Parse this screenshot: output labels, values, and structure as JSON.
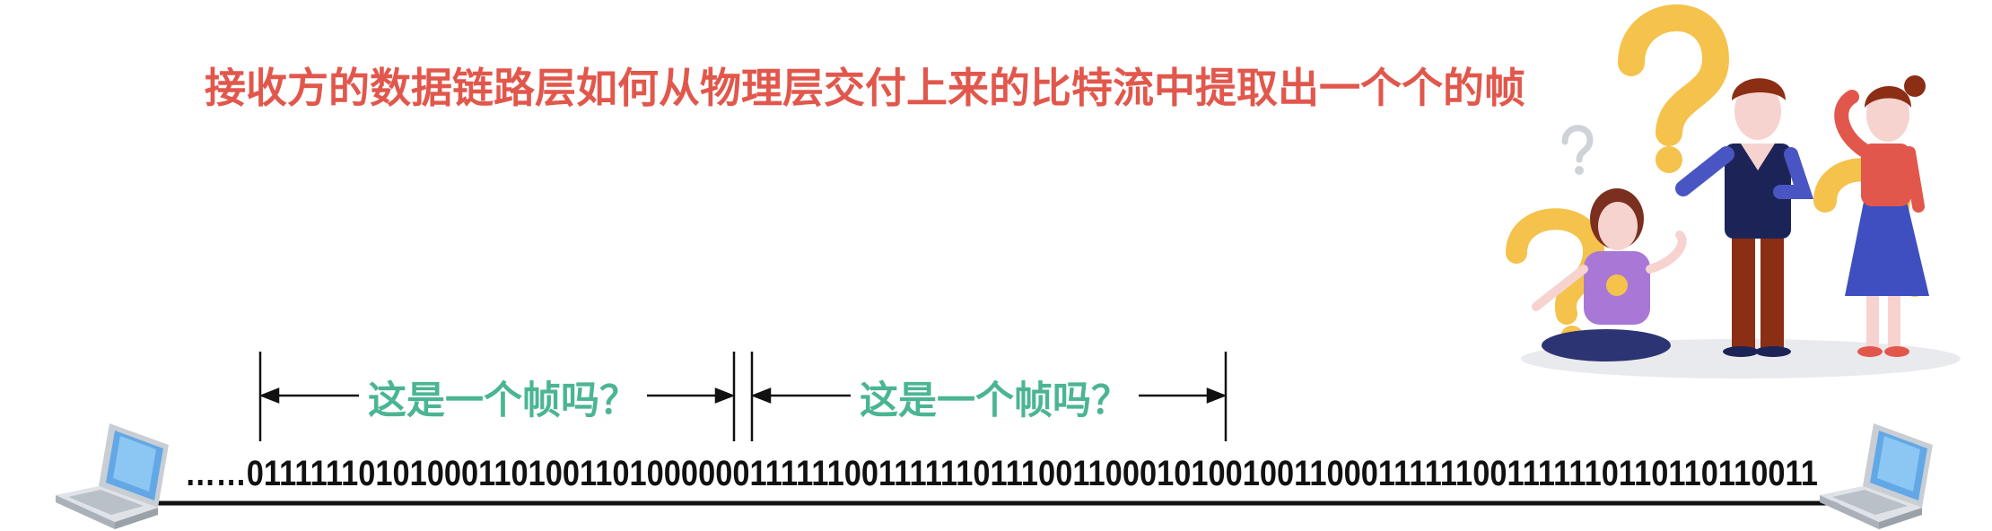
{
  "title": "接收方的数据链路层如何从物理层交付上来的比特流中提取出一个个的帧",
  "bitstream": "……01111110101000110100110100000011111100111111011100110001010010011000111111001111110110110110011",
  "frame_question_1": "这是一个帧吗？",
  "frame_question_2": "这是一个帧吗？",
  "colors": {
    "title": "#e2574c",
    "label": "#4bb593",
    "question_mark": "#f5c24c"
  },
  "icons": [
    "laptop-left-icon",
    "laptop-right-icon",
    "confused-people-illustration"
  ]
}
